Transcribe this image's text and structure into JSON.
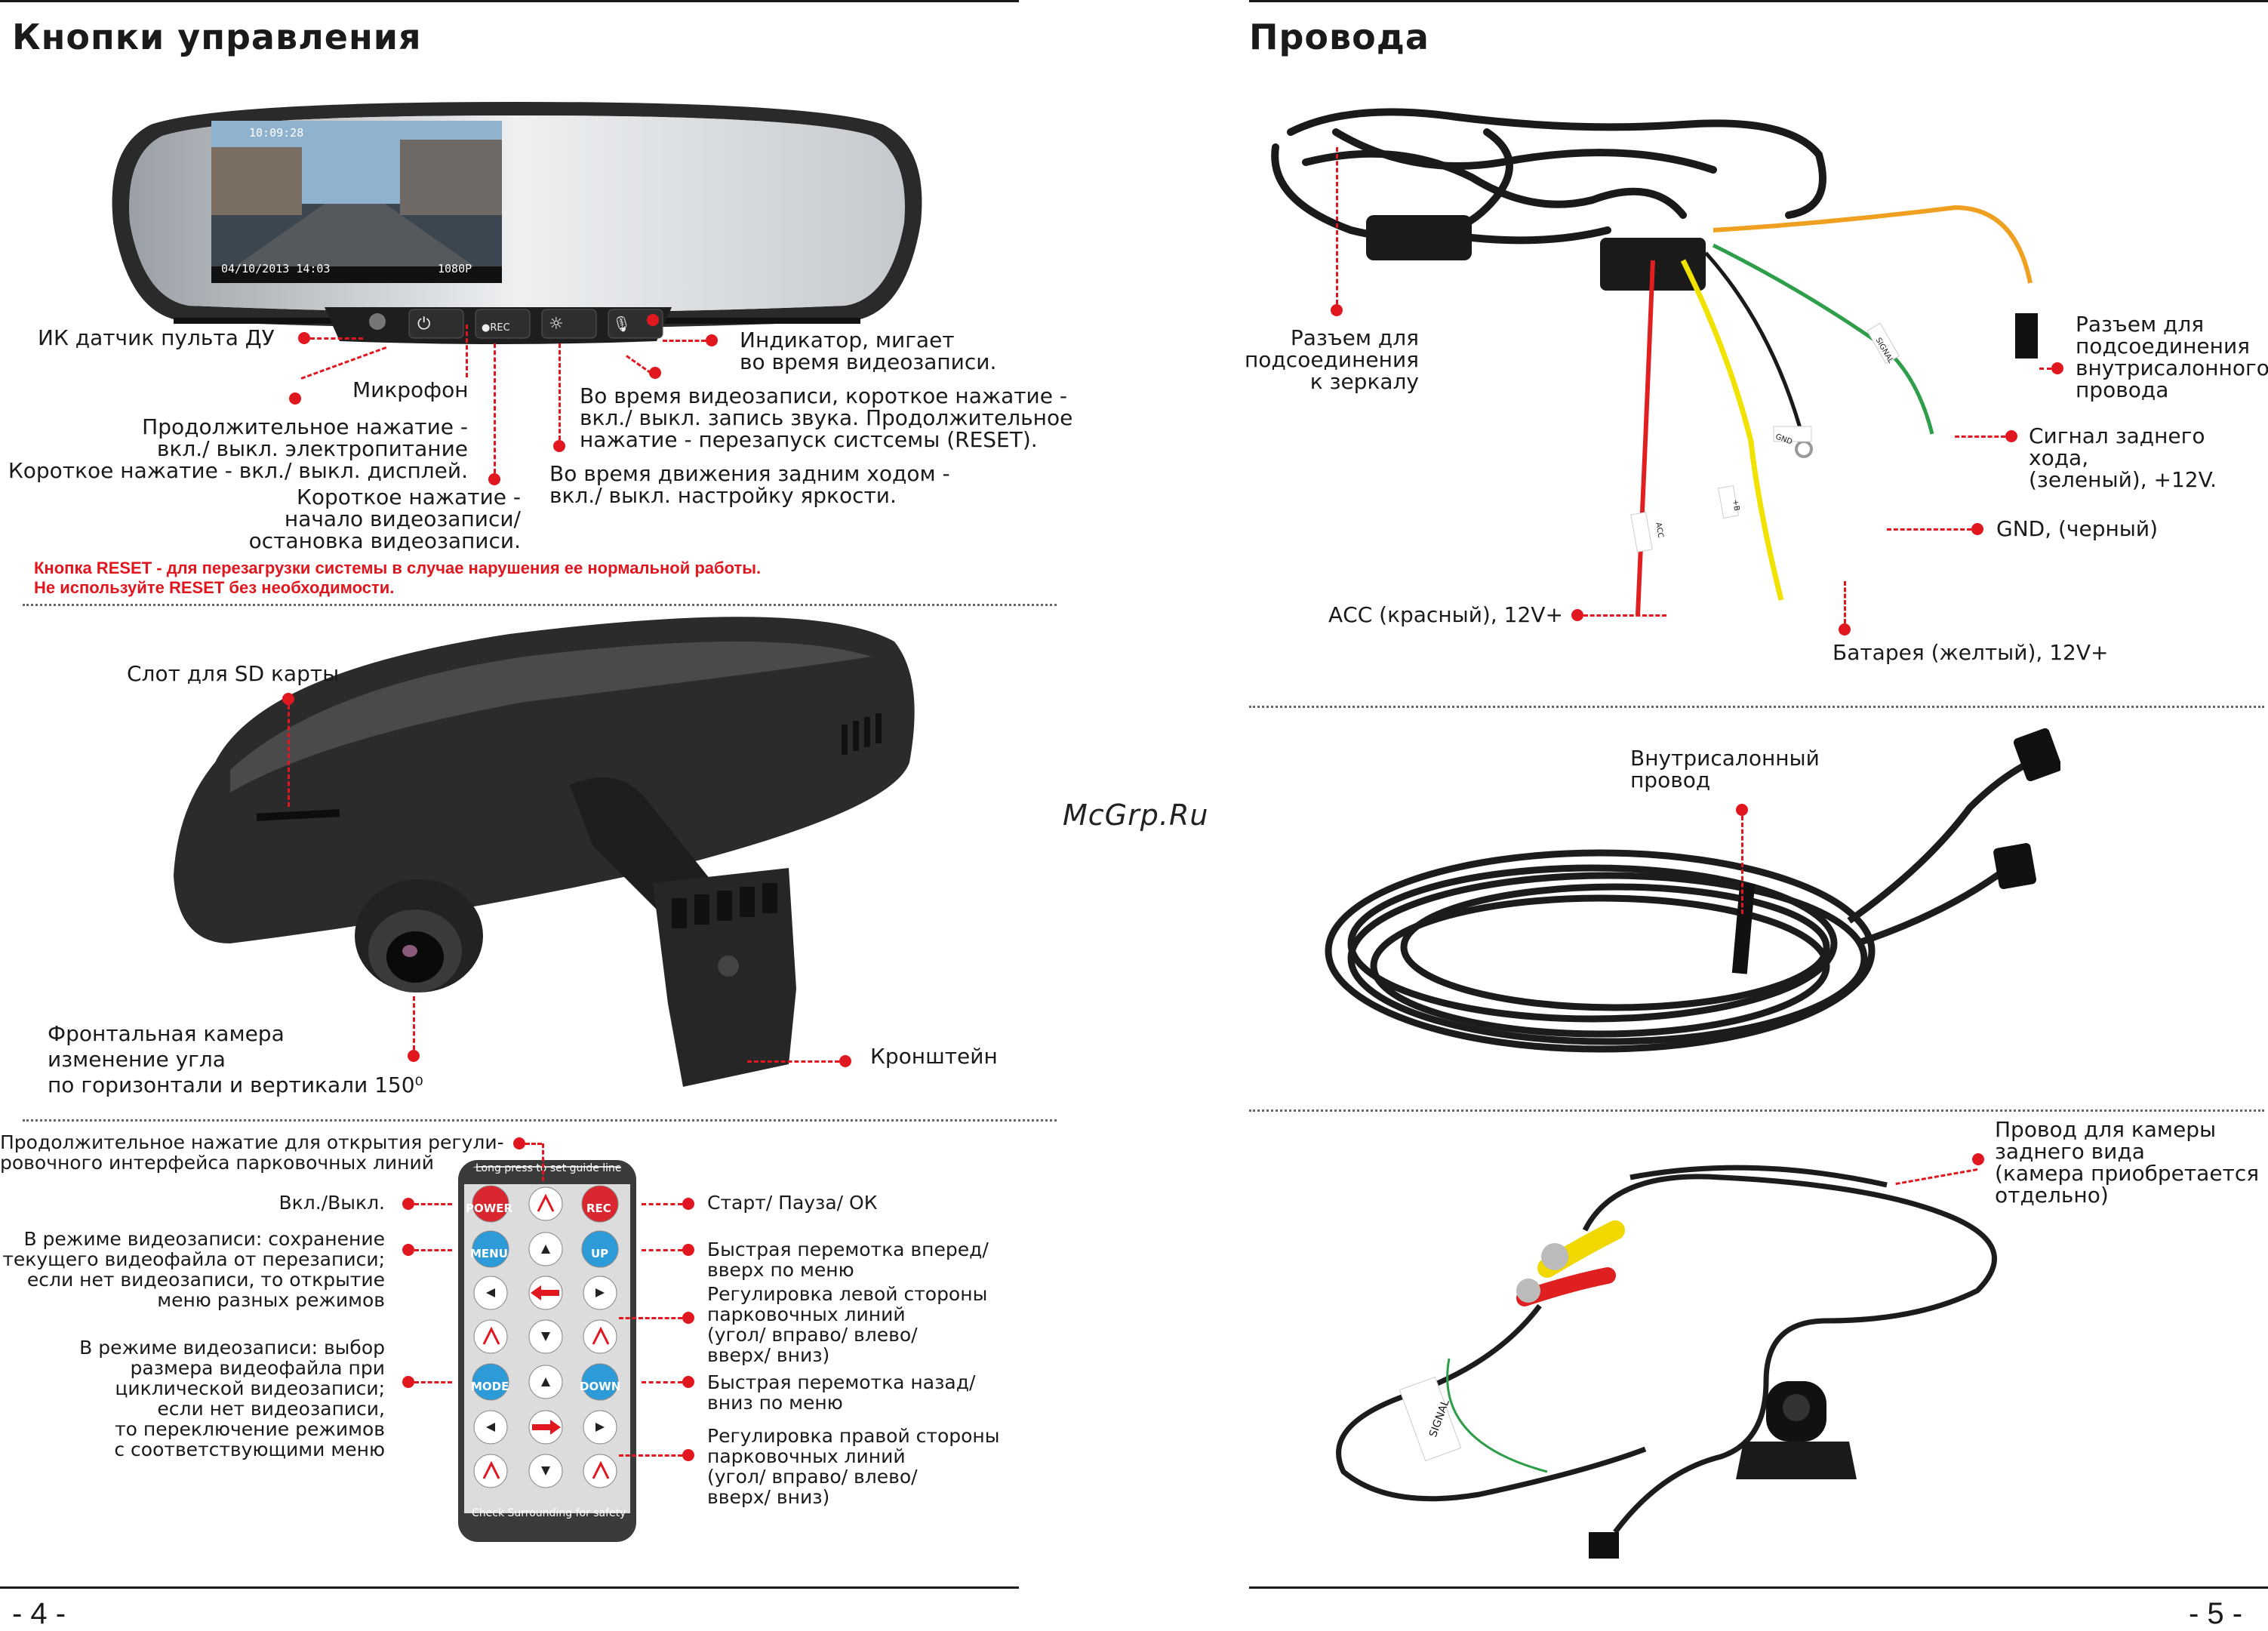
{
  "left_page": {
    "title": "Кнопки управления",
    "page_number": "- 4 -",
    "mirror": {
      "screen_date": "04/10/2013 14:03",
      "screen_res": "1080P",
      "screen_time": "10:09:28",
      "buttons": [
        "⏻",
        "●REC",
        "☼",
        "🎙"
      ]
    },
    "labels": {
      "ir_sensor": "ИК датчик пульта ДУ",
      "indicator": "Индикатор, мигает\nво время видеозаписи.",
      "microphone": "Микрофон",
      "power_button": "Продолжительное нажатие -\nвкл./ выкл. электропитание\nКороткое нажатие - вкл./ выкл. дисплей.",
      "rec_button": "Короткое нажатие -\nначало видеозаписи/\nостановка видеозаписи.",
      "mic_button": "Во время видеозаписи, короткое нажатие -\nвкл./ выкл. запись звука. Продолжительное\nнажатие - перезапуск систсемы (RESET).",
      "brightness_button": "Во время движения задним ходом -\nвкл./ выкл. настройку яркости."
    },
    "warning": "Кнопка RESET - для перезагрузки системы в случае нарушения ее нормальной работы.\nНе используйте RESET без необходимости.",
    "back_view": {
      "sd_slot": "Слот для SD карты",
      "front_camera": "Фронтальная камера\nизменение угла\nпо горизонтали и вертикали 150⁰",
      "bracket": "Кронштейн"
    },
    "remote": {
      "top_text": "Long press to set guide line",
      "bottom_text": "Check Surrounding for safety",
      "buttons": {
        "power": "POWER",
        "rec": "REC",
        "menu": "MENU",
        "up": "UP",
        "mode": "MODE",
        "down": "DOWN"
      },
      "labels": {
        "guide_line": "Продолжительное нажатие для открытия регули-\nровочного интерфейса парковочных линий",
        "power": "Вкл./Выкл.",
        "menu": "В режиме видеозаписи: сохранение\nтекущего видеофайла от перезаписи;\nесли нет видеозаписи, то открытие\nменю разных режимов",
        "mode": "В режиме видеозаписи: выбор\nразмера видеофайла при\nциклической видеозаписи;\nесли нет видеозаписи,\nто переключение режимов\nс соответствующими меню",
        "rec": "Старт/ Пауза/ ОК",
        "up": "Быстрая перемотка вперед/\nвверх по меню",
        "left_lines": "Регулировка левой стороны\nпарковочных линий\n(угол/ вправо/ влево/\nвверх/  вниз)",
        "down": "Быстрая перемотка назад/\nвниз по меню",
        "right_lines": "Регулировка правой стороны\nпарковочных линий\n(угол/ вправо/ влево/\nвверх/  вниз)"
      }
    }
  },
  "watermark": "McGrp.Ru",
  "right_page": {
    "title": "Провода",
    "page_number": "- 5 -",
    "harness_tags": {
      "acc": "ACC",
      "batt": "+B",
      "gnd": "GND",
      "signal": "SIGNAL"
    },
    "rear_tag": "SIGNAL",
    "labels": {
      "mirror_connector": "Разъем для\nподсоединения\nк зеркалу",
      "inner_connector": "Разъем для\nподсоединения\nвнутрисалонного\nпровода",
      "reverse_signal": "Сигнал заднего хода,\n(зеленый), +12V.",
      "gnd": "GND, (черный)",
      "acc": "АСС (красный), 12V+",
      "battery": "Батарея (желтый), 12V+",
      "inner_wire": "Внутрисалонный\nпровод",
      "rear_camera_wire": "Провод для камеры\nзаднего вида\n(камера приобретается\nотдельно)"
    }
  },
  "colors": {
    "accent_red": "#e0171f",
    "remote_blue": "#2d9bd8",
    "remote_red": "#d9262f"
  }
}
